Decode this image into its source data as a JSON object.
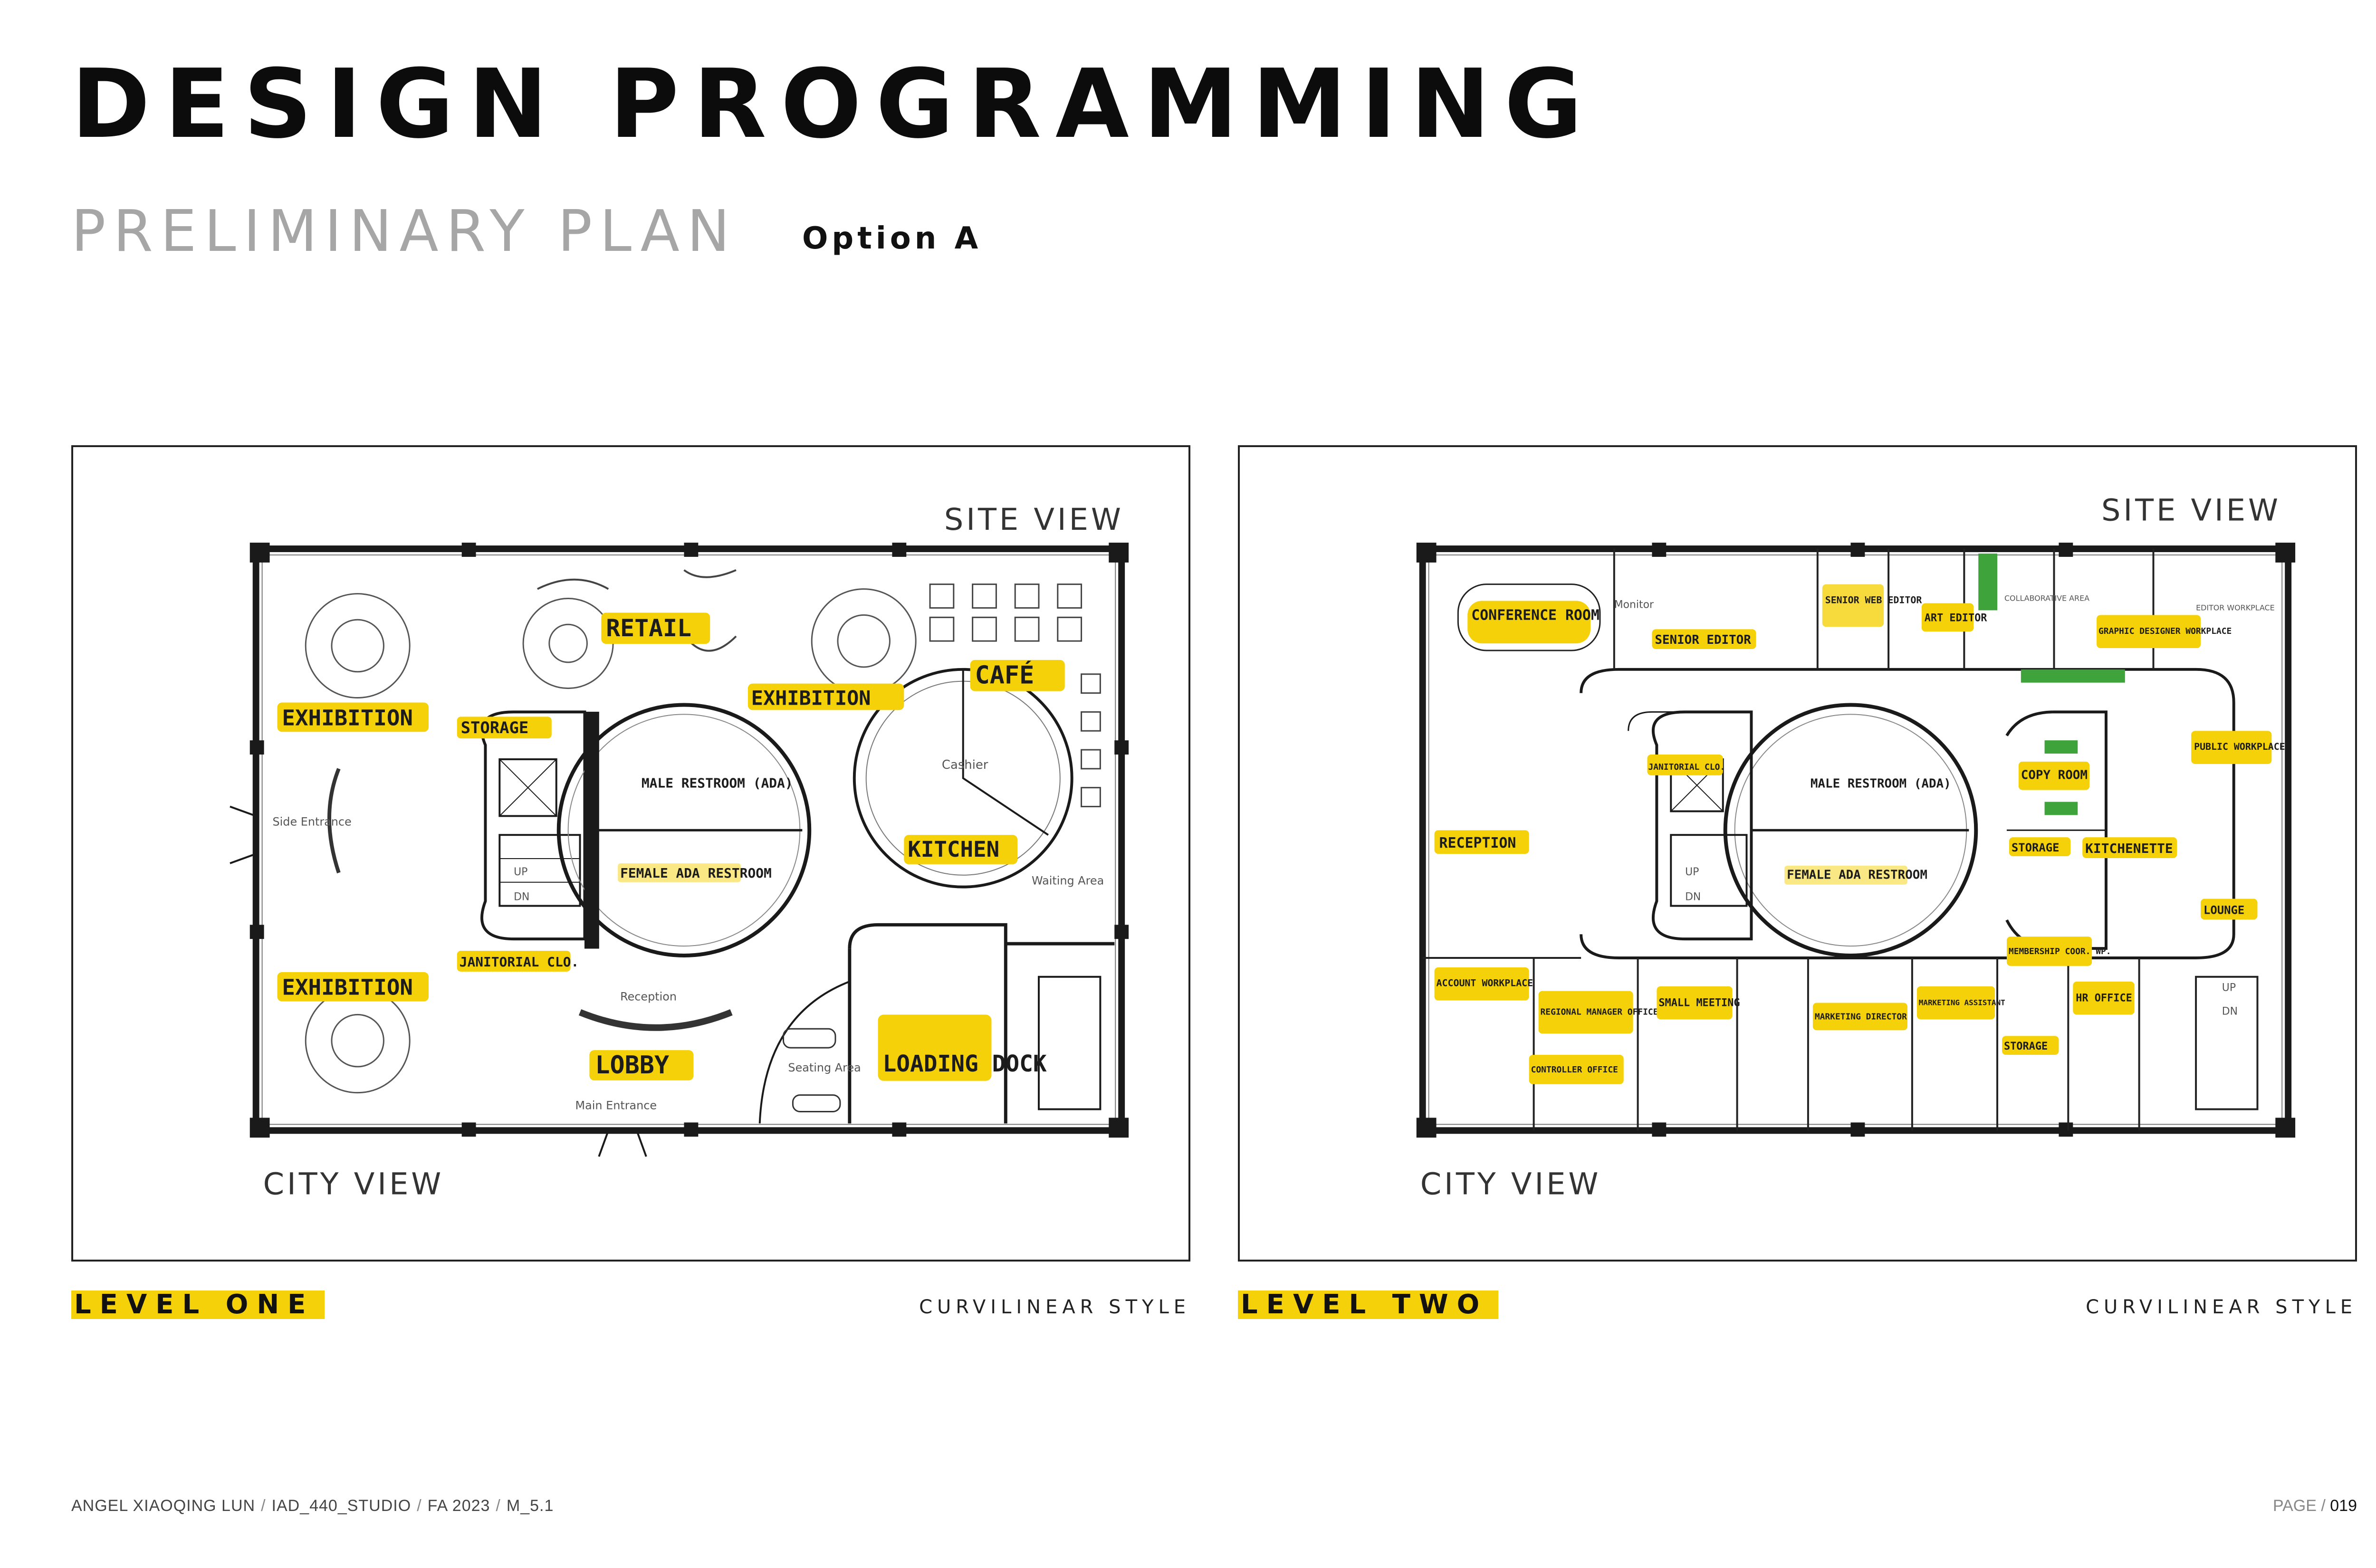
{
  "header": {
    "title": "DESIGN PROGRAMMING",
    "subtitle": "PRELIMINARY PLAN",
    "option": "Option A"
  },
  "colors": {
    "highlight": "#f5d10a",
    "wall": "#1a1a1a",
    "subtitle_gray": "#a6a6a6",
    "plant_green": "#3da33a"
  },
  "level_one": {
    "label": "LEVEL ONE",
    "style": "CURVILINEAR STYLE",
    "site_view": "SITE VIEW",
    "city_view": "CITY VIEW",
    "rooms": {
      "exhibition": "EXHIBITION",
      "storage": "STORAGE",
      "retail": "RETAIL",
      "cafe": "CAFÉ",
      "male_restroom": "MALE RESTROOM (ADA)",
      "female_restroom": "FEMALE ADA RESTROOM",
      "janitorial": "JANITORIAL CLO.",
      "kitchen": "KITCHEN",
      "loading_dock": "LOADING DOCK",
      "lobby": "LOBBY"
    },
    "notes": {
      "side_entrance": "Side Entrance",
      "main_entrance": "Main Entrance",
      "reception": "Reception",
      "cashier": "Cashier",
      "waiting_area": "Waiting Area",
      "seating_area": "Seating Area",
      "up": "UP",
      "dn": "DN"
    }
  },
  "level_two": {
    "label": "LEVEL TWO",
    "style": "CURVILINEAR STYLE",
    "site_view": "SITE VIEW",
    "city_view": "CITY VIEW",
    "rooms": {
      "conference_room": "CONFERENCE ROOM",
      "monitor": "Monitor",
      "senior_editor": "SENIOR EDITOR",
      "senior_web_editor": "SENIOR WEB EDITOR",
      "art_editor": "ART EDITOR",
      "collaborative_area": "COLLABORATIVE AREA",
      "graphic_designer": "GRAPHIC DESIGNER WORKPLACE",
      "editor_workplace": "EDITOR WORKPLACE",
      "janitorial": "JANITORIAL CLO.",
      "male_restroom": "MALE RESTROOM (ADA)",
      "female_restroom": "FEMALE ADA RESTROOM",
      "copy_room": "COPY ROOM",
      "storage": "STORAGE",
      "kitchenette": "KITCHENETTE",
      "public_workplace": "PUBLIC WORKPLACE",
      "reception": "RECEPTION",
      "membership": "MEMBERSHIP COOR. WP.",
      "lounge": "LOUNGE",
      "account_workplace": "ACCOUNT WORKPLACE",
      "regional_manager": "REGIONAL MANAGER OFFICE",
      "small_meeting": "SMALL MEETING",
      "marketing_director": "MARKETING DIRECTOR",
      "marketing_assistant": "MARKETING ASSISTANT",
      "storage_2": "STORAGE",
      "hr_office": "HR OFFICE",
      "controller_office": "CONTROLLER OFFICE"
    },
    "notes": {
      "up": "UP",
      "dn": "DN"
    }
  },
  "footer": {
    "author": "ANGEL XIAOQING LUN",
    "course": "IAD_440_STUDIO",
    "term": "FA 2023",
    "module": "M_5.1",
    "page_label": "PAGE /",
    "page_number": "019"
  }
}
